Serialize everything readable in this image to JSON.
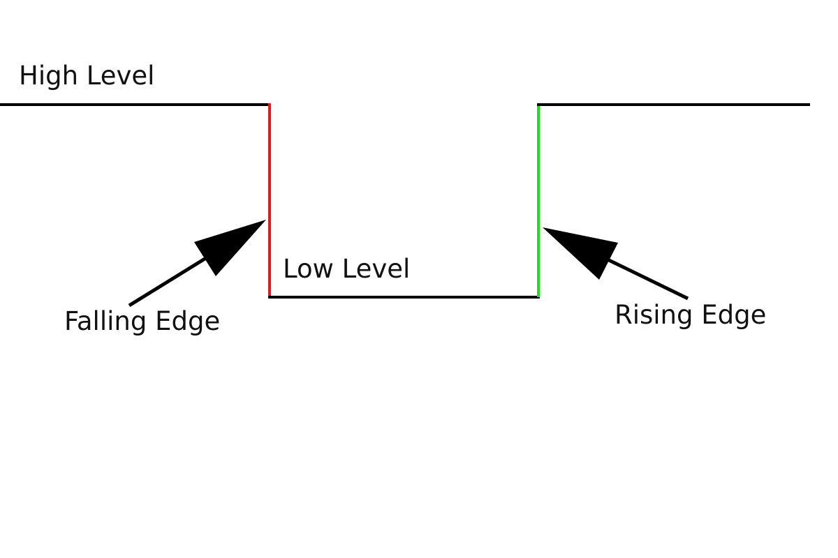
{
  "labels": {
    "high_level": "High Level",
    "low_level": "Low Level",
    "falling_edge": "Falling Edge",
    "rising_edge": "Rising Edge"
  },
  "colors": {
    "signal": "#000000",
    "falling_edge": "#e31b1b",
    "rising_edge": "#22dd1f",
    "arrow": "#000000",
    "text": "#111111",
    "background": "#ffffff"
  },
  "icons": {
    "falling_pointer": "arrow-up-right-icon",
    "rising_pointer": "arrow-up-left-icon"
  }
}
